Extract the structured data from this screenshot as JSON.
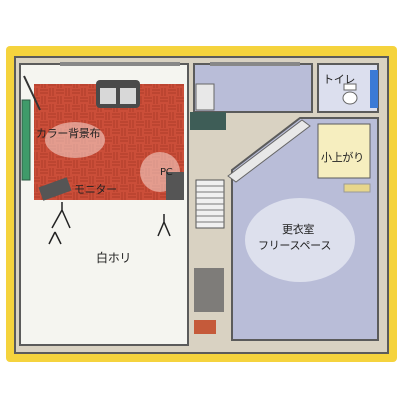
{
  "colors": {
    "frame": "#f5d33d",
    "carpet": "#c9452f",
    "studio_floor": "#f5f5f0",
    "free_floor": "#b9bdd8",
    "wall": "#5b5b5b"
  },
  "rooms": {
    "color_backdrop": "カラー背景布",
    "monitor": "モニター",
    "pc": "PC",
    "white_horizon": "白ホリ",
    "toilet": "トイレ",
    "raised_floor": "小上がり",
    "dressing_room": "更衣室",
    "free_space": "フリースペース"
  },
  "icons": {
    "sofa": "sofa-icon",
    "light_stand": "light-stand-icon",
    "toilet": "toilet-icon",
    "stairs": "stairs-icon"
  }
}
